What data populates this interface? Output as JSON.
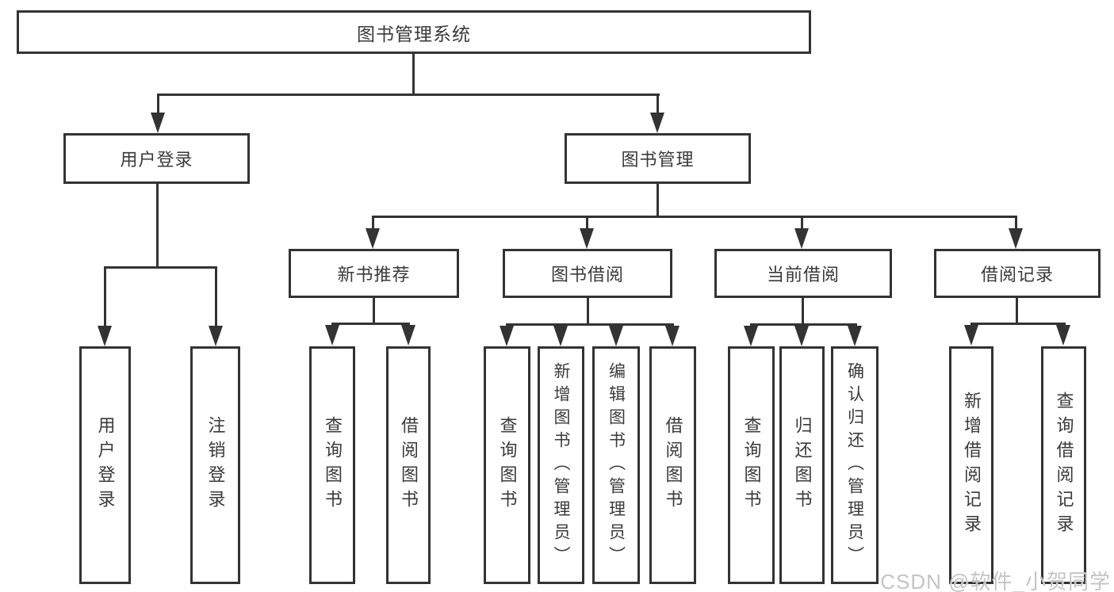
{
  "tree": {
    "label": "图书管理系统",
    "children": [
      {
        "label": "用户登录",
        "children": [
          {
            "label": "用户登录"
          },
          {
            "label": "注销登录"
          }
        ]
      },
      {
        "label": "图书管理",
        "children": [
          {
            "label": "新书推荐",
            "children": [
              {
                "label": "查询图书"
              },
              {
                "label": "借阅图书"
              }
            ]
          },
          {
            "label": "图书借阅",
            "children": [
              {
                "label": "查询图书"
              },
              {
                "label": "新增图书（管理员）"
              },
              {
                "label": "编辑图书（管理员）"
              },
              {
                "label": "借阅图书"
              }
            ]
          },
          {
            "label": "当前借阅",
            "children": [
              {
                "label": "查询图书"
              },
              {
                "label": "归还图书"
              },
              {
                "label": "确认归还（管理员）"
              }
            ]
          },
          {
            "label": "借阅记录",
            "children": [
              {
                "label": "新增借阅记录"
              },
              {
                "label": "查询借阅记录"
              }
            ]
          }
        ]
      }
    ]
  },
  "watermark": {
    "text": "CSDN @软件_小贺同学"
  },
  "colors": {
    "line": "#333333",
    "text": "#3a3a3a",
    "watermark": "#c4c4c4",
    "background": "#ffffff"
  }
}
